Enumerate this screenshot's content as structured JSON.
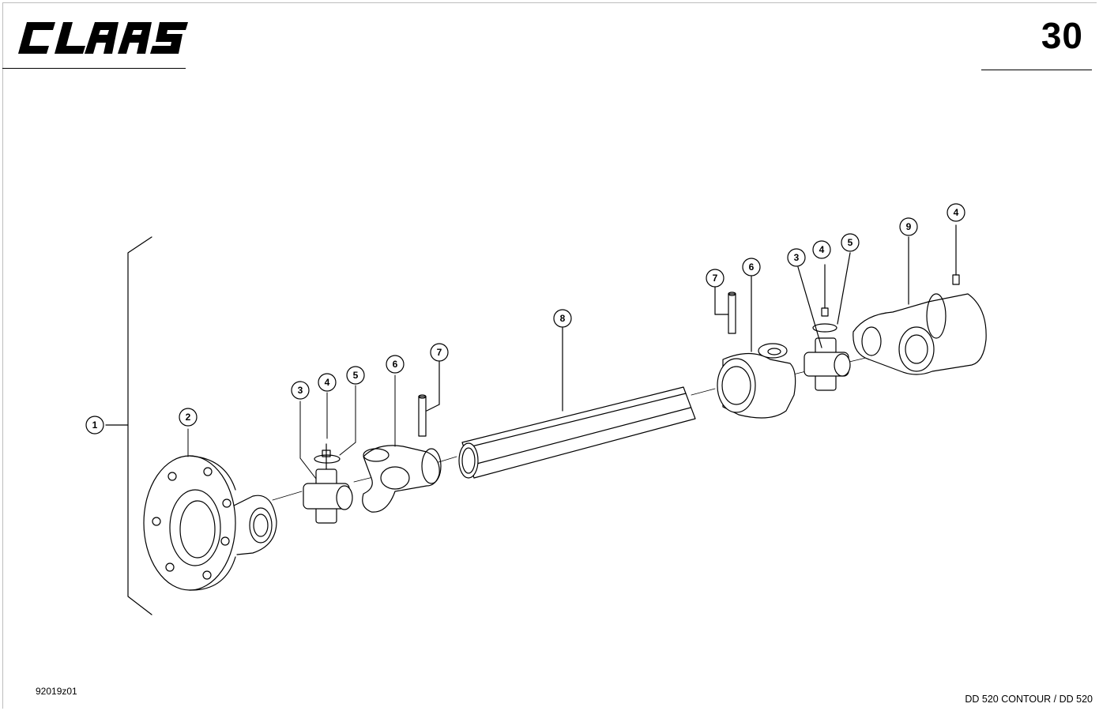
{
  "header": {
    "brand": "CLAAS",
    "page_number": "30"
  },
  "footer": {
    "drawing_id": "92019z01",
    "model": "DD 520 CONTOUR / DD 520"
  },
  "callouts": [
    "1",
    "2",
    "3",
    "4",
    "5",
    "6",
    "7",
    "8",
    "3",
    "4",
    "5",
    "6",
    "7",
    "9",
    "4"
  ]
}
